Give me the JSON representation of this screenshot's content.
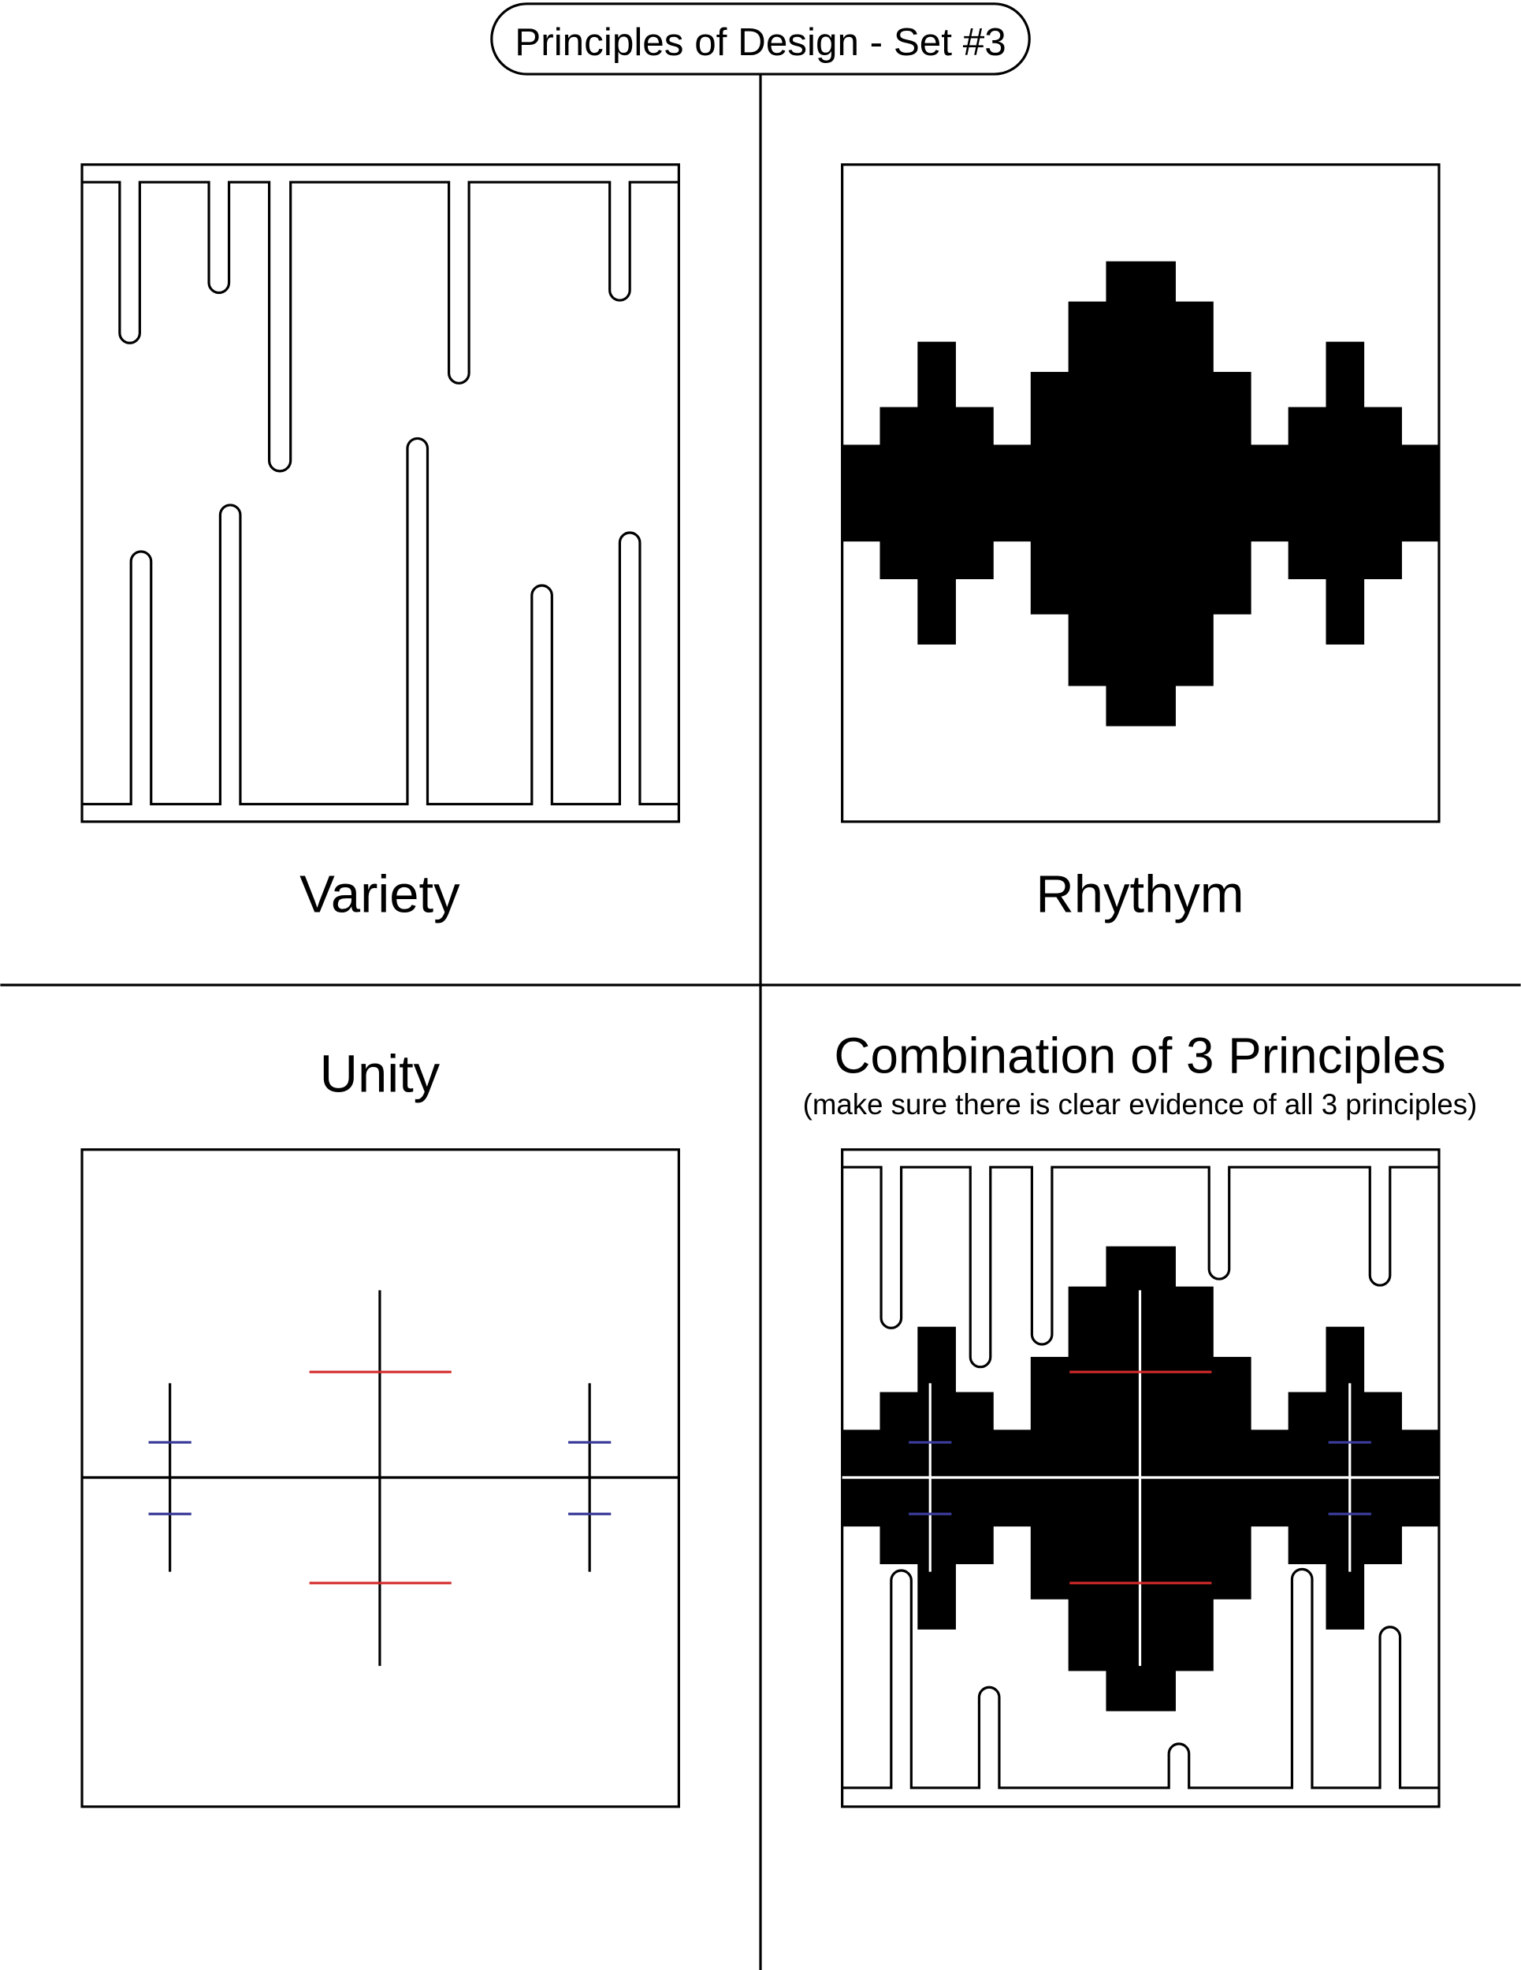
{
  "title": "Principles of Design - Set #3",
  "panels": {
    "variety": {
      "label": "Variety"
    },
    "rhythm": {
      "label": "Rhythym"
    },
    "unity": {
      "label": "Unity"
    },
    "combination": {
      "label": "Combination of 3 Principles",
      "sublabel": "(make sure there is clear evidence of all 3 principles)"
    }
  },
  "colors": {
    "red": "#d42a2a",
    "blue": "#3b3b9a",
    "black": "#000000"
  }
}
